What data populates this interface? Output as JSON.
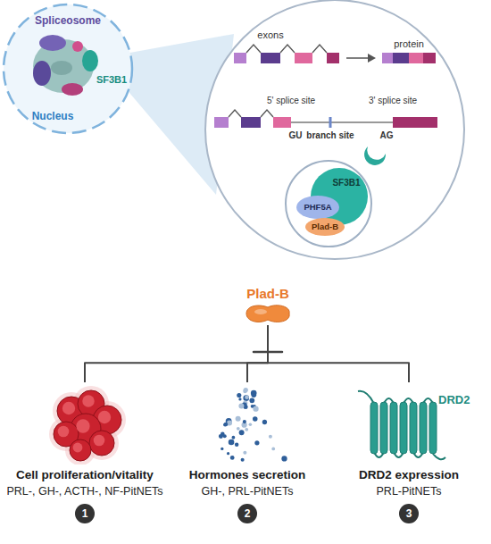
{
  "diagram": {
    "nodes": [
      {
        "text": [
          "Spliceosome",
          "SF3B1",
          "Nucleus"
        ]
      },
      {
        "text": [
          "SF3B1",
          "PHF5A",
          "Plad-B"
        ]
      },
      {
        "text": [
          "Plad-B"
        ]
      },
      {
        "text": [
          "Cell proliferation/vitality",
          "PRL-, GH-, ACTH-, NF-PitNETs",
          "1"
        ]
      },
      {
        "text": [
          "Hormones secretion",
          "GH-, PRL-PitNETs",
          "2"
        ]
      },
      {
        "text": [
          "DRD2",
          "DRD2 expression",
          "PRL-PitNETs",
          "3"
        ]
      }
    ],
    "edges": [
      {
        "from": 2,
        "to": 3,
        "arrow": "none"
      },
      {
        "from": 2,
        "to": 4,
        "arrow": "none"
      },
      {
        "from": 2,
        "to": 5,
        "arrow": "none"
      }
    ],
    "labels": [
      "exons",
      "protein",
      "5' splice site",
      "GU",
      "branch site",
      "3' splice site",
      "AG"
    ]
  }
}
